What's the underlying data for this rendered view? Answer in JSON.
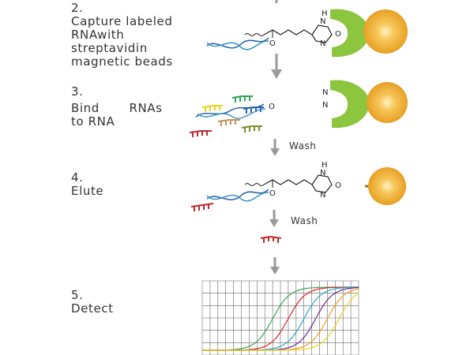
{
  "steps": [
    {
      "number": "2.",
      "lines": [
        "Capture labeled",
        "RNAwith",
        "streptavidin",
        "magnetic beads"
      ]
    },
    {
      "number": "3.",
      "lines": [
        "Bind       RNAs",
        "to RNA"
      ]
    },
    {
      "number": "4.",
      "lines": [
        "Elute"
      ]
    },
    {
      "number": "5.",
      "lines": [
        "Detect"
      ]
    }
  ],
  "wash_labels": [
    "Wash",
    "Wash"
  ],
  "chem": {
    "h_label": "H",
    "n_label": "N",
    "o_label": "O"
  },
  "colors": {
    "arrow": "#9a9a9a",
    "streptavidin": "#8cc63f",
    "bead": "#f2b134",
    "bead_highlight": "#fff3c4",
    "linker": "#9c6b2b",
    "rna_blue": "#1f5fa8",
    "rna_teal": "#3a8fc1",
    "mirna_red": "#c1272d",
    "mirna_green": "#2aa65a",
    "mirna_yellow": "#e4d41d",
    "mirna_blue": "#2b5fb8",
    "mirna_tan": "#c0955a",
    "mirna_olive": "#7d8c22"
  },
  "chart_data": {
    "type": "line",
    "title": "",
    "xlabel": "",
    "ylabel": "",
    "series": [
      {
        "color": "#3aa655",
        "midpoint": 18,
        "values": []
      },
      {
        "color": "#d6272e",
        "midpoint": 22,
        "values": []
      },
      {
        "color": "#29a9c6",
        "midpoint": 26,
        "values": []
      },
      {
        "color": "#6a2a8a",
        "midpoint": 29,
        "values": []
      },
      {
        "color": "#f0a020",
        "midpoint": 32,
        "values": []
      },
      {
        "color": "#e7d21a",
        "midpoint": 35,
        "values": []
      }
    ],
    "x_range": [
      0,
      40
    ],
    "y_range": [
      0,
      1
    ],
    "grid": true
  }
}
